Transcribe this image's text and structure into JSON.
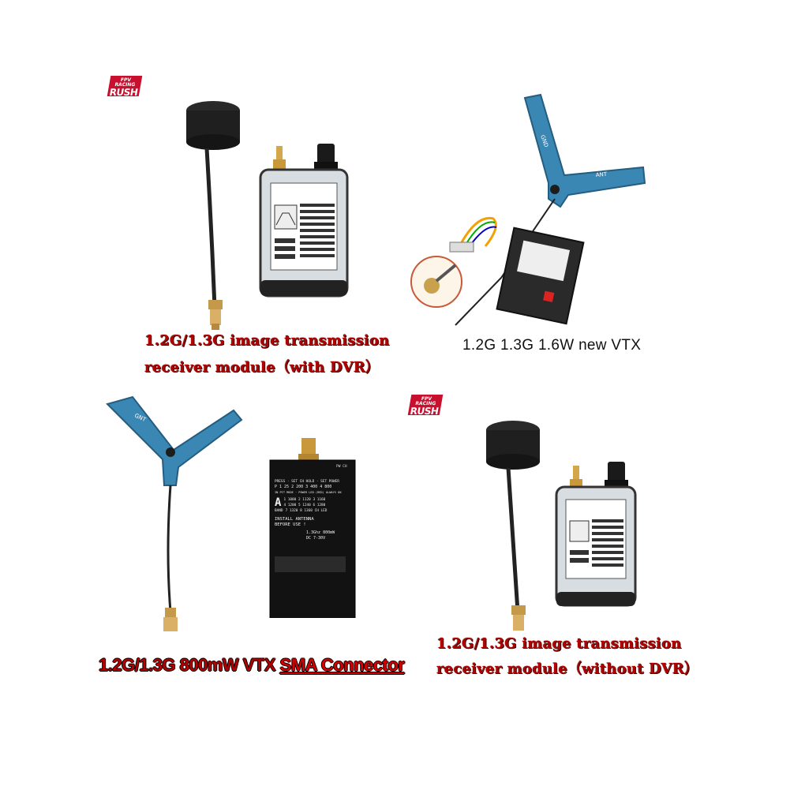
{
  "logo": {
    "small": "FPV RACING",
    "big": "RUSH"
  },
  "products": {
    "receiver_dvr": {
      "caption_line1": "1.2G/1.3G image transmission",
      "caption_line2": "receiver module（with DVR）"
    },
    "vtx_1_6w": {
      "caption": "1.2G 1.3G 1.6W new VTX"
    },
    "vtx_800mw": {
      "caption_main": "1.2G/1.3G 800mW VTX",
      "caption_sma": "SMA Connector"
    },
    "receiver_no_dvr": {
      "caption_line1": "1.2G/1.3G image transmission",
      "caption_line2": "receiver module（without DVR）"
    }
  },
  "antenna_labels": {
    "gnd": "GND",
    "ant": "ANT",
    "gnt": "GNT"
  },
  "vtx_800_board": {
    "row1": "PRESS · SET CH   HOLD · SET POWER",
    "row2": "P 1 25  2 200  3 400  4 800",
    "row3": "IN PIT MODE · POWER LED (RED) ALWAYS ON",
    "ch_a": "1 1080 2 1120 3 1160",
    "ch_b": "4 1200 5 1240 6 1280",
    "ch_c": "7 1320 8 1360  CH LED",
    "install1": "INSTALL ANTENNA",
    "install2": "BEFORE USE !",
    "spec1": "1.3Ghz 800mW",
    "spec2": "DC 7-30V",
    "band_letter": "A",
    "band_label": "BAND",
    "ch_led": "CH",
    "pwr_led": "PW"
  },
  "colors": {
    "antenna_blue": "#3a87b4",
    "logo_red": "#c8102e",
    "caption_red": "#b30000"
  }
}
